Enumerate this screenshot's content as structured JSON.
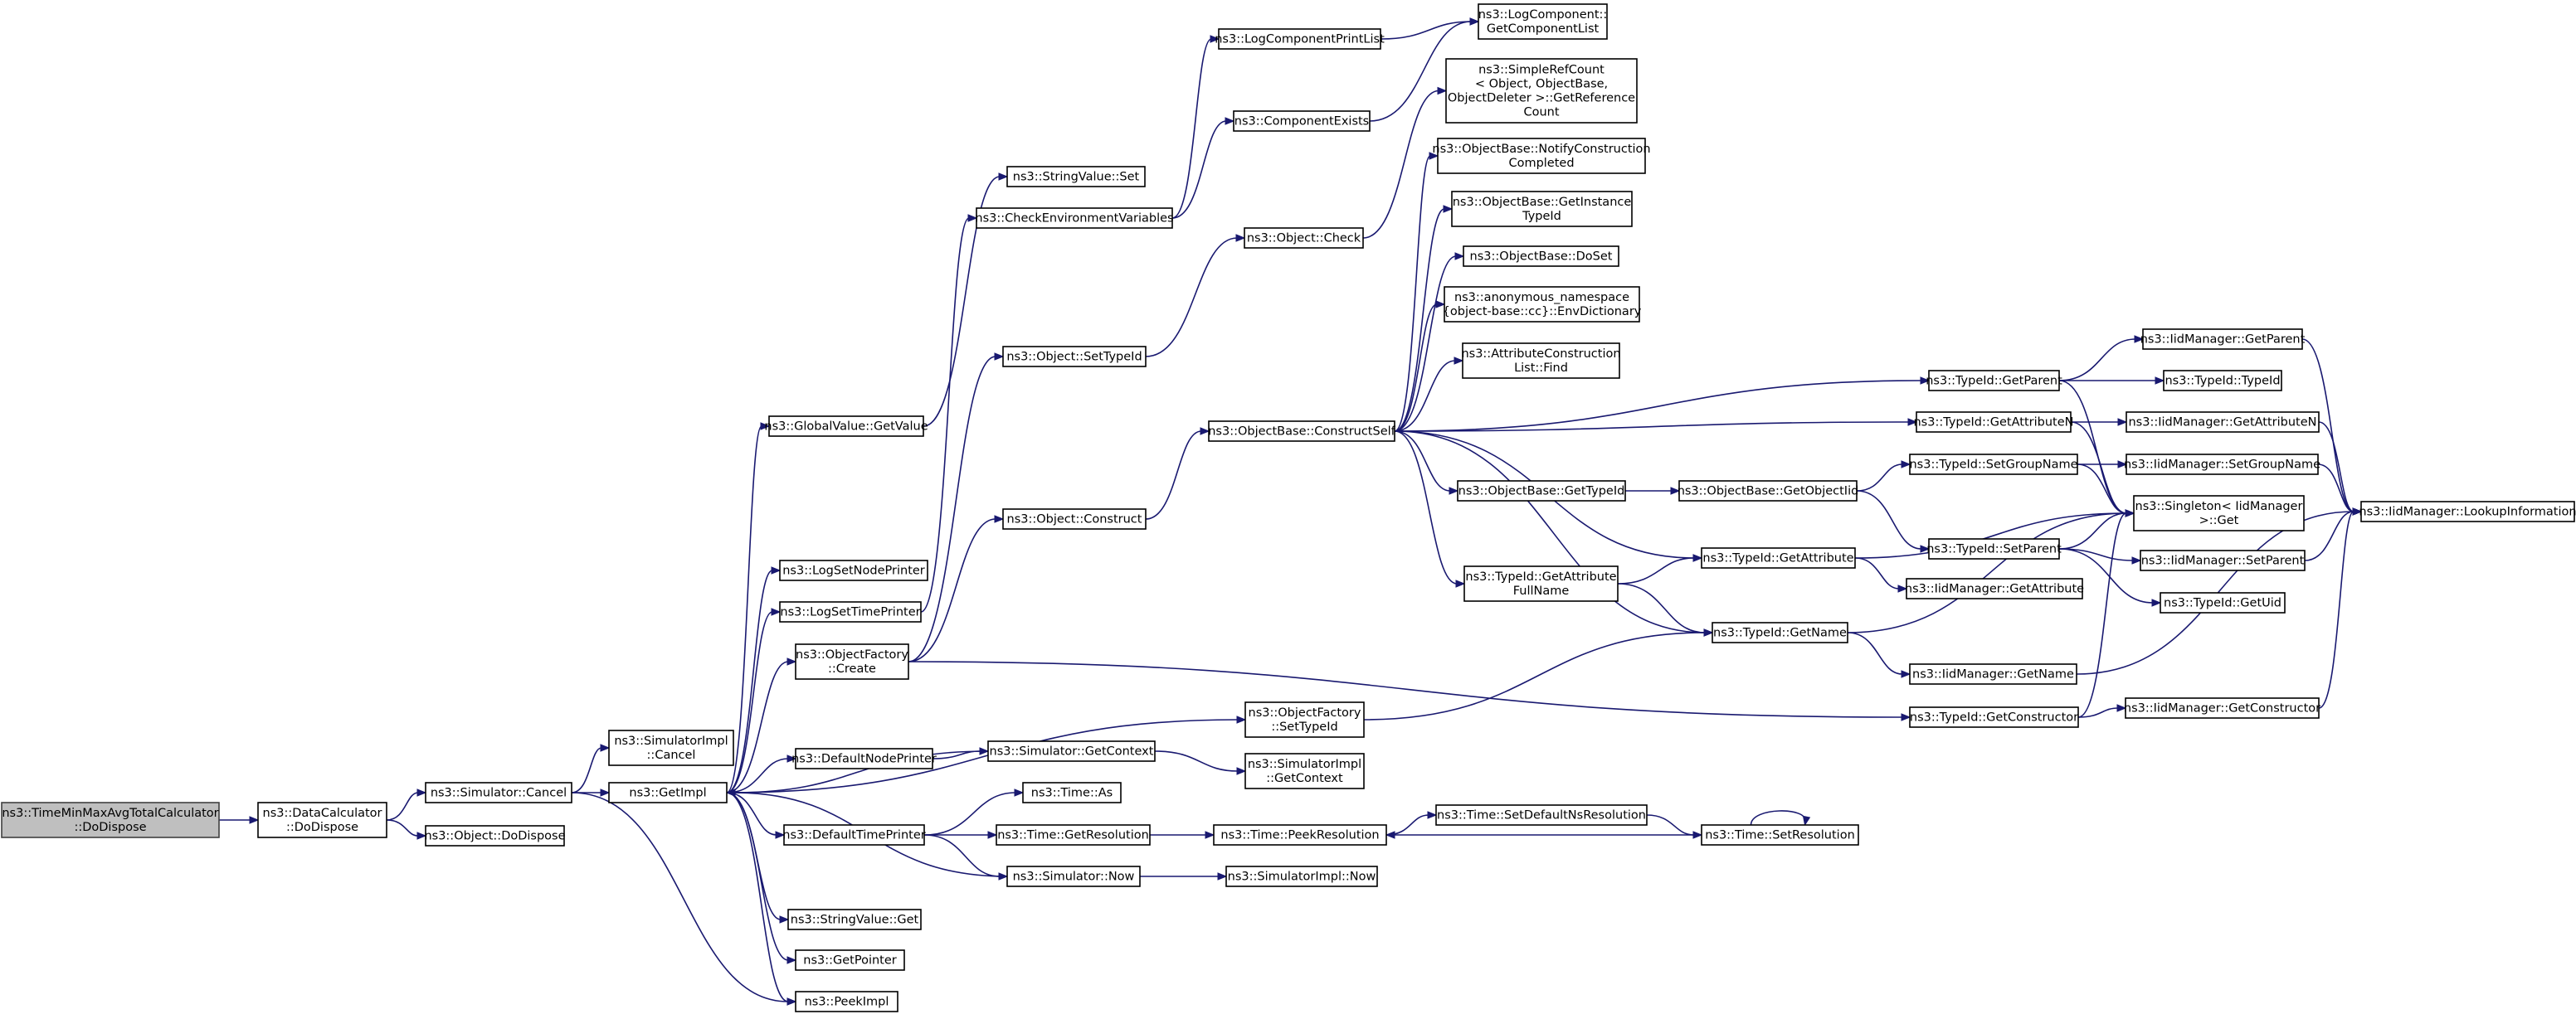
{
  "diagram": {
    "nodes": [
      {
        "id": "root",
        "lines": [
          "ns3::TimeMinMaxAvgTotalCalculator",
          "::DoDispose"
        ],
        "root": true
      },
      {
        "id": "dc_dodispose",
        "lines": [
          "ns3::DataCalculator",
          "::DoDispose"
        ]
      },
      {
        "id": "sim_cancel",
        "lines": [
          "ns3::Simulator::Cancel"
        ]
      },
      {
        "id": "obj_dodispose",
        "lines": [
          "ns3::Object::DoDispose"
        ]
      },
      {
        "id": "simimpl_cancel",
        "lines": [
          "ns3::SimulatorImpl",
          "::Cancel"
        ]
      },
      {
        "id": "getimpl",
        "lines": [
          "ns3::GetImpl"
        ]
      },
      {
        "id": "peekimpl",
        "lines": [
          "ns3::PeekImpl"
        ]
      },
      {
        "id": "gv_getvalue",
        "lines": [
          "ns3::GlobalValue::GetValue"
        ]
      },
      {
        "id": "lognodeprinter",
        "lines": [
          "ns3::LogSetNodePrinter"
        ]
      },
      {
        "id": "logtimeprinter",
        "lines": [
          "ns3::LogSetTimePrinter"
        ]
      },
      {
        "id": "of_create",
        "lines": [
          "ns3::ObjectFactory",
          "::Create"
        ]
      },
      {
        "id": "defnodeprinter",
        "lines": [
          "ns3::DefaultNodePrinter"
        ]
      },
      {
        "id": "deftimeprinter",
        "lines": [
          "ns3::DefaultTimePrinter"
        ]
      },
      {
        "id": "sv_get",
        "lines": [
          "ns3::StringValue::Get"
        ]
      },
      {
        "id": "getpointer",
        "lines": [
          "ns3::GetPointer"
        ]
      },
      {
        "id": "sv_set",
        "lines": [
          "ns3::StringValue::Set"
        ]
      },
      {
        "id": "checkenv",
        "lines": [
          "ns3::CheckEnvironmentVariables"
        ]
      },
      {
        "id": "logcompprintlist",
        "lines": [
          "ns3::LogComponentPrintList"
        ]
      },
      {
        "id": "compexists",
        "lines": [
          "ns3::ComponentExists"
        ]
      },
      {
        "id": "logcomp_getlist",
        "lines": [
          "ns3::LogComponent::",
          "GetComponentList"
        ]
      },
      {
        "id": "obj_settypeid",
        "lines": [
          "ns3::Object::SetTypeId"
        ]
      },
      {
        "id": "obj_check",
        "lines": [
          "ns3::Object::Check"
        ]
      },
      {
        "id": "obj_construct",
        "lines": [
          "ns3::Object::Construct"
        ]
      },
      {
        "id": "sim_getcontext",
        "lines": [
          "ns3::Simulator::GetContext"
        ]
      },
      {
        "id": "simimpl_getcontext",
        "lines": [
          "ns3::SimulatorImpl",
          "::GetContext"
        ]
      },
      {
        "id": "of_settypeid",
        "lines": [
          "ns3::ObjectFactory",
          "::SetTypeId"
        ]
      },
      {
        "id": "time_as",
        "lines": [
          "ns3::Time::As"
        ]
      },
      {
        "id": "time_getres",
        "lines": [
          "ns3::Time::GetResolution"
        ]
      },
      {
        "id": "sim_now",
        "lines": [
          "ns3::Simulator::Now"
        ]
      },
      {
        "id": "time_peekres",
        "lines": [
          "ns3::Time::PeekResolution"
        ]
      },
      {
        "id": "simimpl_now",
        "lines": [
          "ns3::SimulatorImpl::Now"
        ]
      },
      {
        "id": "ob_constructself",
        "lines": [
          "ns3::ObjectBase::ConstructSelf"
        ]
      },
      {
        "id": "srefcount",
        "lines": [
          "ns3::SimpleRefCount",
          "< Object, ObjectBase,",
          "ObjectDeleter >::GetReference",
          "Count"
        ]
      },
      {
        "id": "ob_notify",
        "lines": [
          "ns3::ObjectBase::NotifyConstruction",
          "Completed"
        ]
      },
      {
        "id": "ob_getinstance",
        "lines": [
          "ns3::ObjectBase::GetInstance",
          "TypeId"
        ]
      },
      {
        "id": "ob_doset",
        "lines": [
          "ns3::ObjectBase::DoSet"
        ]
      },
      {
        "id": "envdict",
        "lines": [
          "ns3::anonymous_namespace",
          "{object-base::cc}::EnvDictionary"
        ]
      },
      {
        "id": "acl_find",
        "lines": [
          "ns3::AttributeConstruction",
          "List::Find"
        ]
      },
      {
        "id": "ob_gettypeid",
        "lines": [
          "ns3::ObjectBase::GetTypeId"
        ]
      },
      {
        "id": "tid_getattrfull",
        "lines": [
          "ns3::TypeId::GetAttribute",
          "FullName"
        ]
      },
      {
        "id": "ob_getobjectiid",
        "lines": [
          "ns3::ObjectBase::GetObjectIid"
        ]
      },
      {
        "id": "tid_getattribute",
        "lines": [
          "ns3::TypeId::GetAttribute"
        ]
      },
      {
        "id": "tid_getname",
        "lines": [
          "ns3::TypeId::GetName"
        ]
      },
      {
        "id": "tid_getconstructor",
        "lines": [
          "ns3::TypeId::GetConstructor"
        ]
      },
      {
        "id": "time_setdefaultns",
        "lines": [
          "ns3::Time::SetDefaultNsResolution"
        ]
      },
      {
        "id": "time_setres",
        "lines": [
          "ns3::Time::SetResolution"
        ]
      },
      {
        "id": "tid_getparent",
        "lines": [
          "ns3::TypeId::GetParent"
        ]
      },
      {
        "id": "tid_getattrn",
        "lines": [
          "ns3::TypeId::GetAttributeN"
        ]
      },
      {
        "id": "tid_setgroupname",
        "lines": [
          "ns3::TypeId::SetGroupName"
        ]
      },
      {
        "id": "tid_setparent",
        "lines": [
          "ns3::TypeId::SetParent"
        ]
      },
      {
        "id": "iid_getattribute",
        "lines": [
          "ns3::IidManager::GetAttribute"
        ]
      },
      {
        "id": "iid_getname",
        "lines": [
          "ns3::IidManager::GetName"
        ]
      },
      {
        "id": "iid_getconstructor",
        "lines": [
          "ns3::IidManager::GetConstructor"
        ]
      },
      {
        "id": "iid_getparent",
        "lines": [
          "ns3::IidManager::GetParent"
        ]
      },
      {
        "id": "tid_typeid",
        "lines": [
          "ns3::TypeId::TypeId"
        ]
      },
      {
        "id": "iid_getattrn",
        "lines": [
          "ns3::IidManager::GetAttributeN"
        ]
      },
      {
        "id": "iid_setgroupname",
        "lines": [
          "ns3::IidManager::SetGroupName"
        ]
      },
      {
        "id": "singleton_get",
        "lines": [
          "ns3::Singleton< IidManager",
          ">::Get"
        ]
      },
      {
        "id": "iid_setparent",
        "lines": [
          "ns3::IidManager::SetParent"
        ]
      },
      {
        "id": "tid_getuid",
        "lines": [
          "ns3::TypeId::GetUid"
        ]
      },
      {
        "id": "iid_lookup",
        "lines": [
          "ns3::IidManager::LookupInformation"
        ]
      }
    ],
    "edges": [
      [
        "root",
        "dc_dodispose"
      ],
      [
        "dc_dodispose",
        "sim_cancel"
      ],
      [
        "dc_dodispose",
        "obj_dodispose"
      ],
      [
        "sim_cancel",
        "simimpl_cancel"
      ],
      [
        "sim_cancel",
        "getimpl"
      ],
      [
        "sim_cancel",
        "peekimpl"
      ],
      [
        "getimpl",
        "gv_getvalue"
      ],
      [
        "getimpl",
        "lognodeprinter"
      ],
      [
        "getimpl",
        "logtimeprinter"
      ],
      [
        "getimpl",
        "of_create"
      ],
      [
        "getimpl",
        "of_settypeid"
      ],
      [
        "getimpl",
        "defnodeprinter"
      ],
      [
        "getimpl",
        "deftimeprinter"
      ],
      [
        "getimpl",
        "sv_get"
      ],
      [
        "getimpl",
        "getpointer"
      ],
      [
        "getimpl",
        "peekimpl"
      ],
      [
        "gv_getvalue",
        "sv_set"
      ],
      [
        "logtimeprinter",
        "checkenv"
      ],
      [
        "checkenv",
        "logcompprintlist"
      ],
      [
        "checkenv",
        "compexists"
      ],
      [
        "logcompprintlist",
        "logcomp_getlist"
      ],
      [
        "compexists",
        "logcomp_getlist"
      ],
      [
        "of_create",
        "obj_settypeid"
      ],
      [
        "of_create",
        "obj_construct"
      ],
      [
        "of_create",
        "tid_getconstructor"
      ],
      [
        "obj_settypeid",
        "obj_check"
      ],
      [
        "obj_check",
        "srefcount"
      ],
      [
        "obj_construct",
        "ob_constructself"
      ],
      [
        "defnodeprinter",
        "sim_getcontext"
      ],
      [
        "sim_getcontext",
        "getimpl"
      ],
      [
        "sim_getcontext",
        "simimpl_getcontext"
      ],
      [
        "of_settypeid",
        "tid_getname"
      ],
      [
        "deftimeprinter",
        "time_as"
      ],
      [
        "deftimeprinter",
        "time_getres"
      ],
      [
        "deftimeprinter",
        "sim_now"
      ],
      [
        "sim_now",
        "getimpl"
      ],
      [
        "sim_now",
        "simimpl_now"
      ],
      [
        "time_getres",
        "time_peekres"
      ],
      [
        "time_peekres",
        "time_setdefaultns"
      ],
      [
        "time_setdefaultns",
        "time_setres"
      ],
      [
        "time_setres",
        "time_peekres"
      ],
      [
        "time_setres",
        "time_setres"
      ],
      [
        "ob_constructself",
        "ob_notify"
      ],
      [
        "ob_constructself",
        "ob_getinstance"
      ],
      [
        "ob_constructself",
        "ob_doset"
      ],
      [
        "ob_constructself",
        "envdict"
      ],
      [
        "ob_constructself",
        "acl_find"
      ],
      [
        "ob_constructself",
        "ob_gettypeid"
      ],
      [
        "ob_constructself",
        "tid_getattrfull"
      ],
      [
        "ob_constructself",
        "tid_getattribute"
      ],
      [
        "ob_constructself",
        "tid_getname"
      ],
      [
        "ob_constructself",
        "tid_getparent"
      ],
      [
        "ob_constructself",
        "tid_getattrn"
      ],
      [
        "ob_gettypeid",
        "ob_getobjectiid"
      ],
      [
        "ob_getobjectiid",
        "tid_setgroupname"
      ],
      [
        "ob_getobjectiid",
        "tid_setparent"
      ],
      [
        "tid_getattrfull",
        "tid_getattribute"
      ],
      [
        "tid_getattrfull",
        "tid_getname"
      ],
      [
        "tid_getattribute",
        "iid_getattribute"
      ],
      [
        "tid_getattribute",
        "singleton_get"
      ],
      [
        "tid_getname",
        "iid_getname"
      ],
      [
        "tid_getname",
        "singleton_get"
      ],
      [
        "tid_getconstructor",
        "iid_getconstructor"
      ],
      [
        "tid_getconstructor",
        "singleton_get"
      ],
      [
        "tid_getparent",
        "iid_getparent"
      ],
      [
        "tid_getparent",
        "tid_typeid"
      ],
      [
        "tid_getparent",
        "singleton_get"
      ],
      [
        "tid_getattrn",
        "iid_getattrn"
      ],
      [
        "tid_getattrn",
        "singleton_get"
      ],
      [
        "tid_setgroupname",
        "iid_setgroupname"
      ],
      [
        "tid_setgroupname",
        "singleton_get"
      ],
      [
        "tid_setparent",
        "singleton_get"
      ],
      [
        "tid_setparent",
        "iid_setparent"
      ],
      [
        "tid_setparent",
        "tid_getuid"
      ],
      [
        "iid_getname",
        "iid_lookup"
      ],
      [
        "iid_getconstructor",
        "iid_lookup"
      ],
      [
        "iid_getparent",
        "iid_lookup"
      ],
      [
        "iid_getattrn",
        "iid_lookup"
      ],
      [
        "iid_setgroupname",
        "iid_lookup"
      ],
      [
        "iid_setparent",
        "iid_lookup"
      ]
    ]
  }
}
